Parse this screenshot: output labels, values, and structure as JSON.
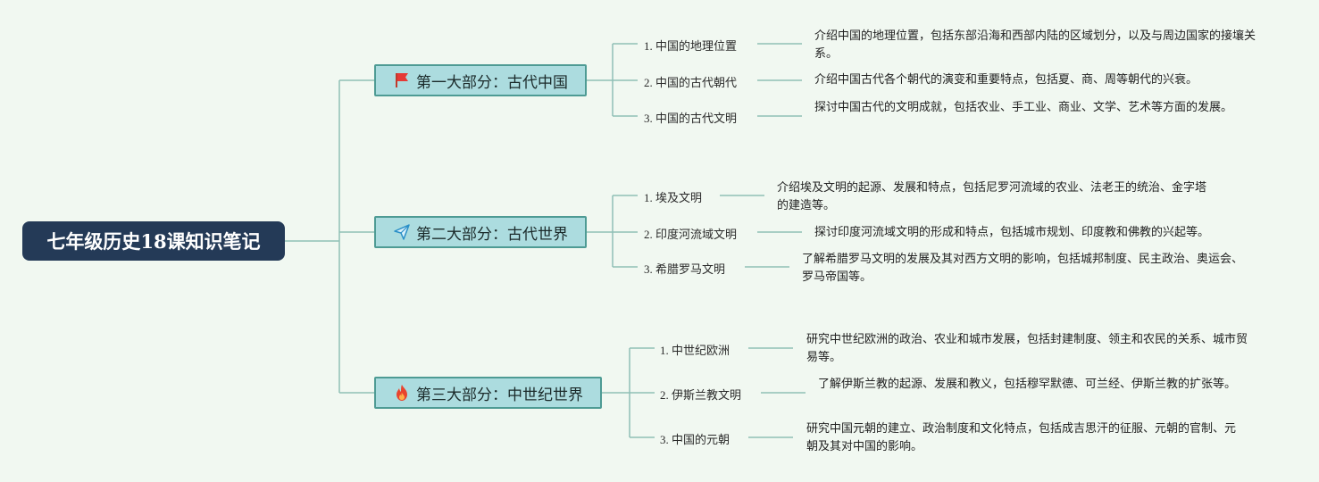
{
  "root": {
    "title": "七年级历史18课知识笔记"
  },
  "sections": [
    {
      "label": "第一大部分：古代中国",
      "icon": "red-flag-icon",
      "topics": [
        {
          "label": "1. 中国的地理位置",
          "desc": "介绍中国的地理位置，包括东部沿海和西部内陆的区域划分，以及与周边国家的接壤关系。"
        },
        {
          "label": "2. 中国的古代朝代",
          "desc": "介绍中国古代各个朝代的演变和重要特点，包括夏、商、周等朝代的兴衰。"
        },
        {
          "label": "3. 中国的古代文明",
          "desc": "探讨中国古代的文明成就，包括农业、手工业、商业、文学、艺术等方面的发展。"
        }
      ]
    },
    {
      "label": "第二大部分：古代世界",
      "icon": "paper-plane-icon",
      "topics": [
        {
          "label": "1. 埃及文明",
          "desc": "介绍埃及文明的起源、发展和特点，包括尼罗河流域的农业、法老王的统治、金字塔的建造等。"
        },
        {
          "label": "2. 印度河流域文明",
          "desc": "探讨印度河流域文明的形成和特点，包括城市规划、印度教和佛教的兴起等。"
        },
        {
          "label": "3. 希腊罗马文明",
          "desc": "了解希腊罗马文明的发展及其对西方文明的影响，包括城邦制度、民主政治、奥运会、罗马帝国等。"
        }
      ]
    },
    {
      "label": "第三大部分：中世纪世界",
      "icon": "fire-icon",
      "topics": [
        {
          "label": "1. 中世纪欧洲",
          "desc": "研究中世纪欧洲的政治、农业和城市发展，包括封建制度、领主和农民的关系、城市贸易等。"
        },
        {
          "label": "2. 伊斯兰教文明",
          "desc": "了解伊斯兰教的起源、发展和教义，包括穆罕默德、可兰经、伊斯兰教的扩张等。"
        },
        {
          "label": "3. 中国的元朝",
          "desc": "研究中国元朝的建立、政治制度和文化特点，包括成吉思汗的征服、元朝的官制、元朝及其对中国的影响。"
        }
      ]
    }
  ],
  "colors": {
    "background": "#f1f8f1",
    "root": "#243a57",
    "section_fill": "#acdcdf",
    "section_border": "#4e9b94",
    "connector": "#8fbfb6"
  }
}
